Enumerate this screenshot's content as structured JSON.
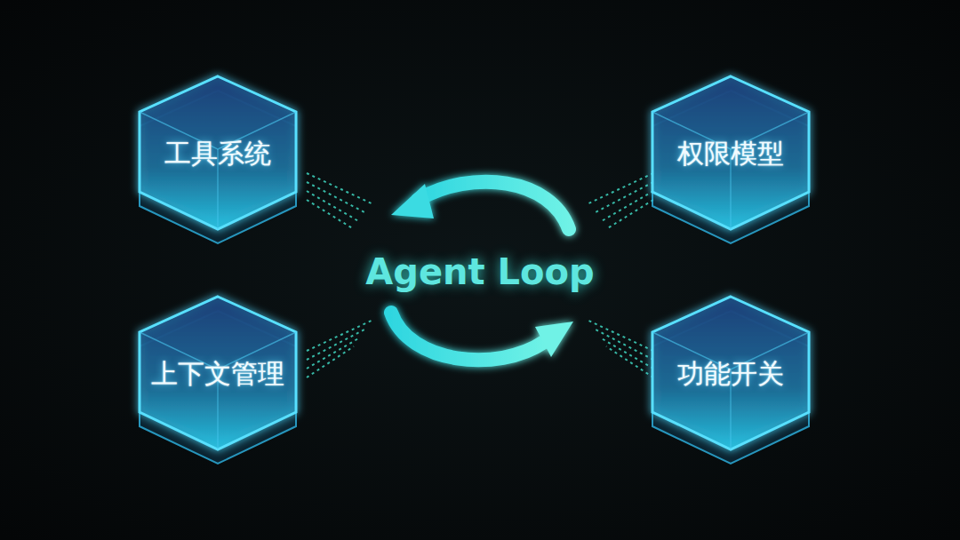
{
  "diagram": {
    "nodes": [
      {
        "text": [
          "工具系统"
        ]
      },
      {
        "text": [
          "权限模型"
        ]
      },
      {
        "text": [
          "上下文管理"
        ]
      },
      {
        "text": [
          "功能开关"
        ]
      }
    ],
    "labels": [
      "Agent Loop"
    ]
  }
}
